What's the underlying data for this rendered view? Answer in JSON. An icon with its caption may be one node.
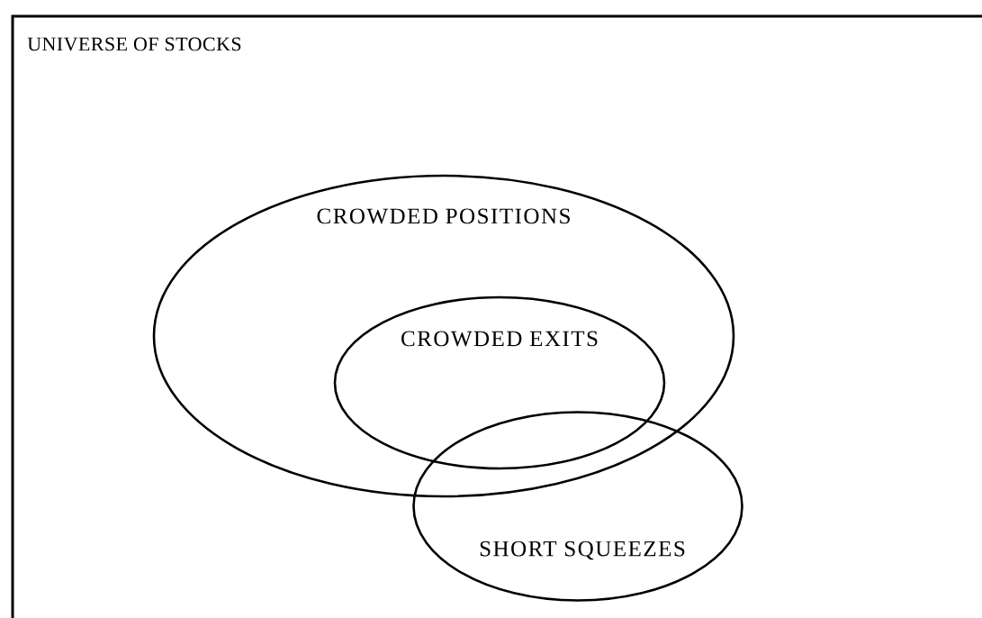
{
  "diagram": {
    "nodes": [
      {
        "text": [
          "UNIVERSE OF STOCKS"
        ]
      },
      {
        "text": [
          "CROWDED POSITIONS"
        ],
        "in": 0
      },
      {
        "text": [
          "CROWDED EXITS"
        ],
        "in": 1
      },
      {
        "text": [
          "SHORT SQUEEZES"
        ],
        "in": 0
      }
    ]
  }
}
